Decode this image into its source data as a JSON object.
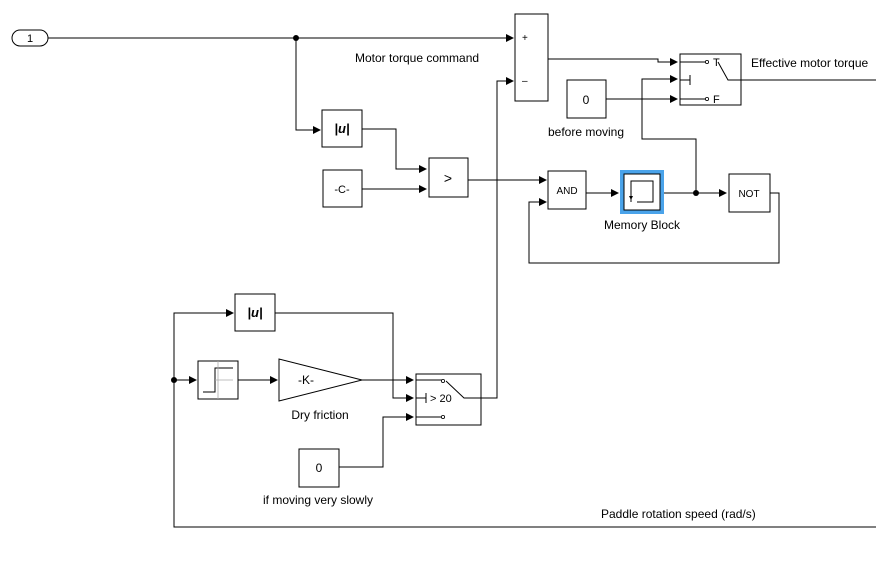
{
  "inport": {
    "label": "1"
  },
  "signals": {
    "motor_torque_command": "Motor torque command",
    "effective_motor_torque": "Effective motor torque",
    "paddle_rotation_speed": "Paddle rotation speed (rad/s)"
  },
  "blocks": {
    "sum": {
      "plus": "+",
      "minus": "–"
    },
    "abs": {
      "label": "|u|"
    },
    "constant_c": {
      "label": "-C-"
    },
    "relational": {
      "label": ">"
    },
    "zero_before": {
      "value": "0",
      "caption": "before moving"
    },
    "and": {
      "label": "AND"
    },
    "memory": {
      "caption": "Memory Block"
    },
    "not": {
      "label": "NOT"
    },
    "switch_top": {
      "true_label": "T",
      "false_label": "F"
    },
    "dry_friction_gain": {
      "label": "-K-",
      "caption": "Dry friction"
    },
    "switch_bottom": {
      "criteria": "> 20"
    },
    "zero_slow": {
      "value": "0",
      "caption": "if moving very slowly"
    }
  },
  "colors": {
    "selection": "#4aa3ea",
    "line": "#000000"
  }
}
